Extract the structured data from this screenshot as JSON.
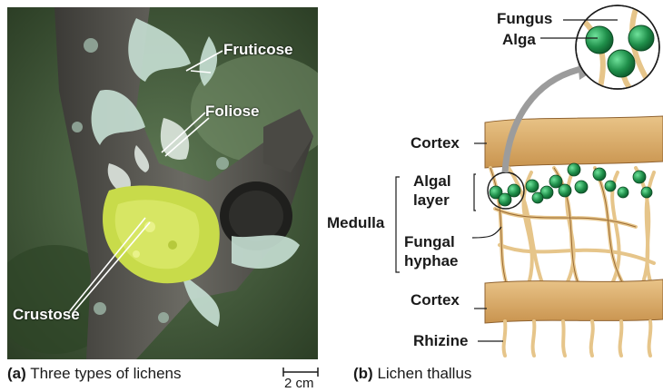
{
  "photo": {
    "labels": {
      "fruticose": "Fruticose",
      "foliose": "Foliose",
      "crustose": "Crustose"
    },
    "caption_letter": "(a)",
    "caption_text": "Three types of lichens",
    "scale_label": "2 cm"
  },
  "thallus": {
    "inset_labels": {
      "fungus": "Fungus",
      "alga": "Alga"
    },
    "layer_labels": {
      "cortex_top": "Cortex",
      "algal_layer_1": "Algal",
      "algal_layer_2": "layer",
      "medulla": "Medulla",
      "fungal_hyphae_1": "Fungal",
      "fungal_hyphae_2": "hyphae",
      "cortex_bottom": "Cortex",
      "rhizine": "Rhizine"
    },
    "caption_letter": "(b)",
    "caption_text": "Lichen thallus"
  },
  "colors": {
    "cortex": "#d9ad6b",
    "hyphae": "#e6c58a",
    "alga": "#1f8f4a",
    "photo_bg": "#3d5a3a"
  }
}
